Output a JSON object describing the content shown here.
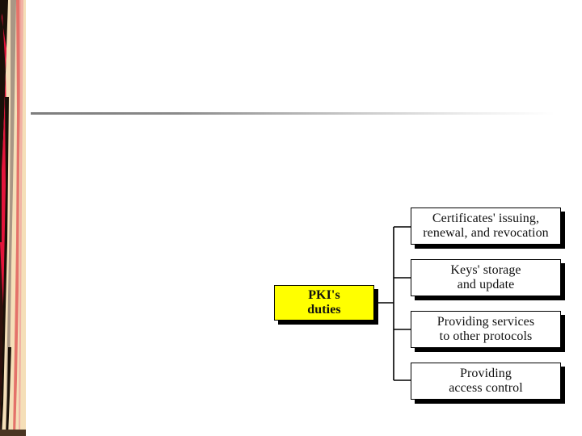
{
  "slide": {
    "background_color": "#ffffff",
    "divider": {
      "name": "gradient-rule",
      "start_color": "#7d7d7d",
      "end_color": "#ffffff"
    },
    "left_stripe": {
      "name": "decorative-brush-stripe",
      "colors": {
        "cream": "#f5dfb8",
        "salmon": "#e4726a",
        "crimson": "#e3153b",
        "black": "#1a1008",
        "taupe": "#a89685",
        "brown_foot": "#4a3522"
      }
    }
  },
  "diagram": {
    "type": "tree",
    "orientation": "left-to-right",
    "root": {
      "id": "pki-duties",
      "label": "PKI's\nduties",
      "line1": "PKI's",
      "line2": "duties",
      "fill_color": "#ffff00",
      "border_color": "#000000",
      "shadow_color": "#000000"
    },
    "branches": [
      {
        "id": "certificates",
        "line1": "Certificates' issuing,",
        "line2": "renewal, and revocation",
        "fill_color": "#ffffff"
      },
      {
        "id": "keys",
        "line1": "Keys' storage",
        "line2": "and update",
        "fill_color": "#ffffff"
      },
      {
        "id": "services",
        "line1": "Providing services",
        "line2": "to other protocols",
        "fill_color": "#ffffff"
      },
      {
        "id": "access-control",
        "line1": "Providing",
        "line2": "access control",
        "fill_color": "#ffffff"
      }
    ],
    "connector_color": "#000000"
  }
}
